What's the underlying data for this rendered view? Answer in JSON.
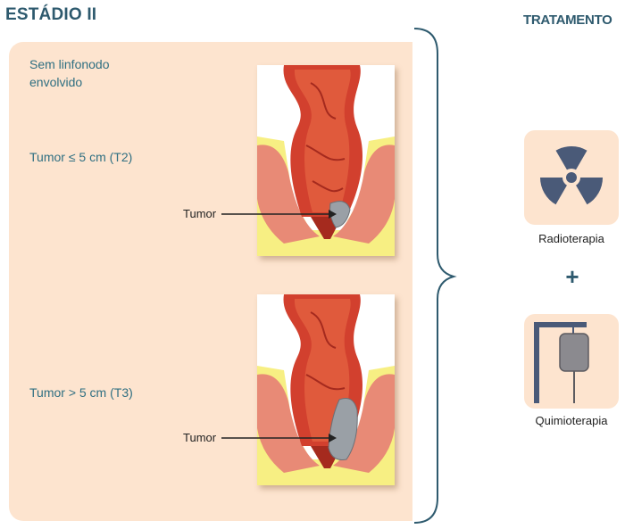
{
  "stage_title": "ESTÁDIO II",
  "treatment_title": "TRATAMENTO",
  "lymph_note_line1": "Sem linfonodo",
  "lymph_note_line2": "envolvido",
  "cases": [
    {
      "label": "Tumor ≤ 5 cm (T2)",
      "pointer_label": "Tumor"
    },
    {
      "label": "Tumor > 5 cm (T3)",
      "pointer_label": "Tumor"
    }
  ],
  "treatments": [
    {
      "label": "Radioterapia",
      "icon": "radiation-icon"
    },
    {
      "label": "Quimioterapia",
      "icon": "iv-drip-icon"
    }
  ],
  "combine_symbol": "+",
  "colors": {
    "title": "#2e5a6e",
    "label": "#2f6f82",
    "panel": "#fde4cf",
    "rectum": "#c8382a",
    "tumor": "#9aa0a6",
    "fat": "#f3e84e"
  }
}
